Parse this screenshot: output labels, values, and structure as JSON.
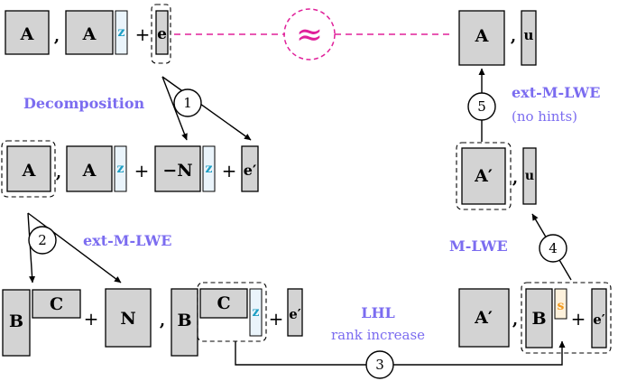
{
  "labels": {
    "A": "A",
    "A_prime": "A′",
    "B": "B",
    "C": "C",
    "N": "N",
    "minus_N": "−N",
    "z": "z",
    "s": "s",
    "e": "e",
    "e_prime": "e′",
    "u": "u",
    "plus": "+",
    "comma": ",",
    "approx": "≈"
  },
  "steps": [
    {
      "number": "1",
      "title": "Decomposition",
      "subtitle": ""
    },
    {
      "number": "2",
      "title": "ext-M-LWE",
      "subtitle": ""
    },
    {
      "number": "3",
      "title": "LHL",
      "subtitle": "rank increase"
    },
    {
      "number": "4",
      "title": "M-LWE",
      "subtitle": ""
    },
    {
      "number": "5",
      "title": "ext-M-LWE",
      "subtitle": "(no hints)"
    }
  ],
  "colors": {
    "matrix_fill": "#d3d3d3",
    "z_color": "#1f9fc4",
    "s_color": "#f39a1e",
    "note_color": "#7b6cf0",
    "approx_color": "#e0209a"
  }
}
